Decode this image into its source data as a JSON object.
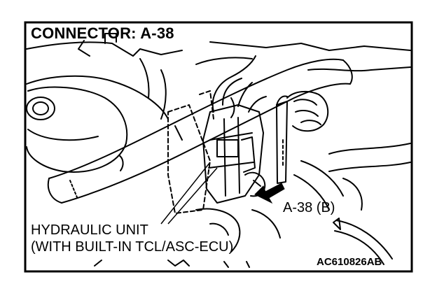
{
  "title": "CONNECTOR: A-38",
  "callout_label": "A-38 (B)",
  "unit_label_line1": "HYDRAULIC UNIT",
  "unit_label_line2": "(WITH BUILT-IN TCL/ASC-ECU)",
  "figure_id": "AC610826AB",
  "colors": {
    "line": "#000000",
    "background": "#ffffff"
  }
}
